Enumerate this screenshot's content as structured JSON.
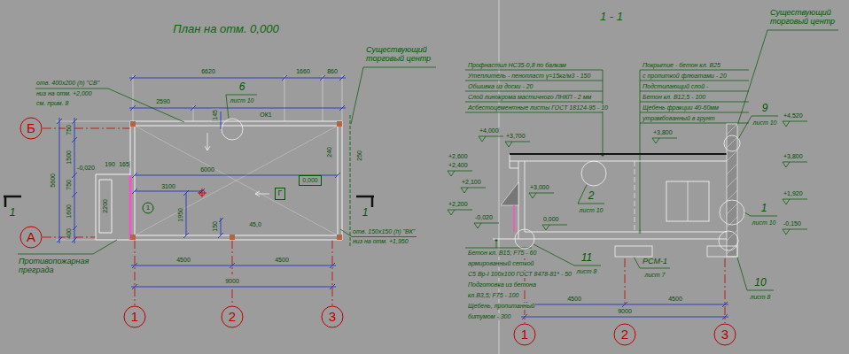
{
  "diagram": {
    "title": "План на отм. 0,000",
    "nodes": [
      {
        "text": [
          "Б"
        ]
      },
      {
        "text": [
          "0,000"
        ]
      },
      {
        "text": [
          "Г"
        ]
      },
      {
        "text": [
          "1"
        ]
      },
      {
        "text": [
          "А"
        ]
      },
      {
        "text": [
          "1"
        ]
      },
      {
        "text": [
          "2"
        ]
      },
      {
        "text": [
          "3"
        ]
      },
      {
        "text": [
          "1"
        ]
      },
      {
        "text": [
          "2"
        ]
      },
      {
        "text": [
          "3"
        ]
      }
    ],
    "labels": [
      "1 - 1",
      "Существующий торговый центр",
      "отв. 400х200 (h) \"СВ\"",
      "низ на отм. +2,000",
      "см. прим. 8",
      "6620",
      "1660",
      "860",
      "2590",
      "145",
      "6",
      "лист 10",
      "ОК1",
      "5600",
      "750",
      "1500",
      "750",
      "1600",
      "400",
      "-0,020",
      "190",
      "165",
      "2200",
      "6000",
      "3100",
      "1950",
      "150",
      "240",
      "250",
      "45,0",
      "Противопожарная преграда",
      "отв. 150х150 (h) \"ВК\"",
      "низ на отм. +1,950",
      "4500",
      "4500",
      "9000",
      "1",
      "1",
      "Профнастил НС35-0,8 по балкам",
      "Утеплитель - пенопласт γ=15кг/м3 - 150",
      "Обшивка из доски - 20",
      "Слой линокрома мастичного ЛНКП - 2 мм",
      "Асбестоцементные листы ГОСТ 18124-95 - 10",
      "Покрытие - бетон кл. В25",
      "с пропиткой флюатами - 20",
      "Подстилающий слой -",
      "Бетон кл. В12,5 - 100",
      "Щебень фракции 40-60мм",
      "утрамбованный в грунт",
      "+4,000",
      "+3,700",
      "+2,600",
      "+2,400",
      "+2,100",
      "+2,200",
      "-0,020",
      "+3,000",
      "0,000",
      "+3,800",
      "2",
      "лист 10",
      "9",
      "лист 10",
      "+4,520",
      "+3,800",
      "1",
      "лист 10",
      "+1,920",
      "-0,150",
      "11",
      "лист 8",
      "РСМ-1",
      "лист 7",
      "10",
      "лист 8",
      "Бетон кл. В15; F75 - 60",
      "армированный сеткой",
      "С5 Вр-I 100х100 ГОСТ 8478-81* - 50",
      "Подготовка из бетона",
      "кл.В3,5; F75 - 100",
      "Щебень, пропитанный",
      "битумом - 300",
      "4500",
      "4500",
      "9000",
      "Существующий торговый центр"
    ]
  }
}
